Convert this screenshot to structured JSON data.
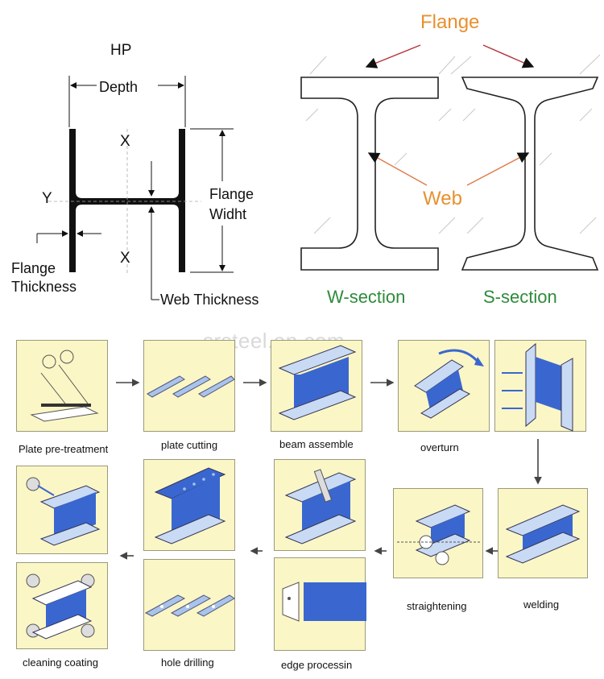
{
  "hp_diagram": {
    "title": "HP",
    "depth": "Depth",
    "x_top": "X",
    "x_bottom": "X",
    "y": "Y",
    "flange_width": [
      "Flange",
      "Widht"
    ],
    "flange_thickness": [
      "Flange",
      "Thickness"
    ],
    "web_thickness": "Web Thickness"
  },
  "sections": {
    "flange": "Flange",
    "web": "Web",
    "w_section": "W-section",
    "s_section": "S-section"
  },
  "watermark": "srsteel.en.com",
  "process": {
    "steps": [
      "Plate pre-treatment",
      "plate cutting",
      "beam assemble",
      "overturn",
      "welding",
      "straightening",
      "edge processin",
      "hole drilling",
      "cleaning coating"
    ]
  },
  "colors": {
    "panel_bg": "#fbf6c6",
    "steel_blue": "#3a67cf",
    "flange_label": "#e8902e",
    "section_label": "#2e8b3a",
    "arrow": "#b5323a"
  }
}
